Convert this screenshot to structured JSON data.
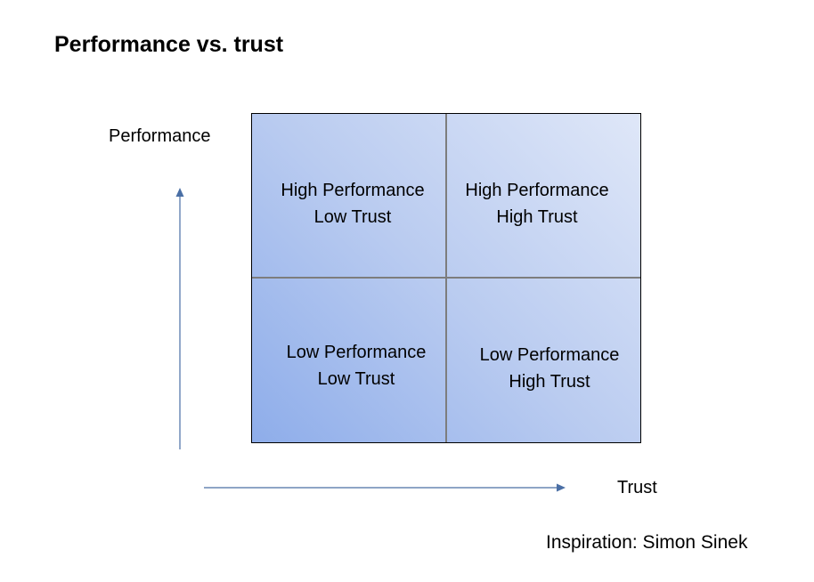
{
  "title": "Performance vs. trust",
  "axes": {
    "y_label": "Performance",
    "x_label": "Trust"
  },
  "quadrants": {
    "top_left": {
      "line1": "High Performance",
      "line2": "Low Trust"
    },
    "top_right": {
      "line1": "High Performance",
      "line2": "High Trust"
    },
    "bottom_left": {
      "line1": "Low Performance",
      "line2": "Low Trust"
    },
    "bottom_right": {
      "line1": "Low Performance",
      "line2": "High Trust"
    }
  },
  "credit": "Inspiration: Simon Sinek",
  "colors": {
    "arrow": "#4a6fa5",
    "gradient_dark": "#8eadea",
    "gradient_light": "#dfe7f8",
    "divider": "#7d7d7d"
  }
}
